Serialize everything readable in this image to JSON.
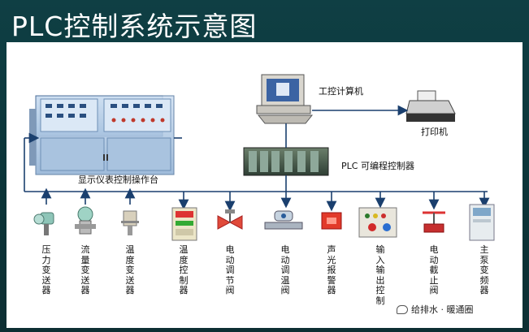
{
  "title": "PLC控制系统示意图",
  "labels": {
    "computer": "工控计算机",
    "printer": "打印机",
    "plc": "PLC 可编程控制器",
    "console": "显示仪表控制操作台"
  },
  "devices": [
    {
      "label": "压力变送器"
    },
    {
      "label": "流量变送器"
    },
    {
      "label": "温度变送器"
    },
    {
      "label": "温度控制器"
    },
    {
      "label": "电动调节阀"
    },
    {
      "label": "电动调温阀"
    },
    {
      "label": "声光报警器"
    },
    {
      "label": "输入输出控制"
    },
    {
      "label": "电动截止阀"
    },
    {
      "label": "主泵变频器"
    }
  ],
  "watermark": "给排水 · 暖通圈"
}
